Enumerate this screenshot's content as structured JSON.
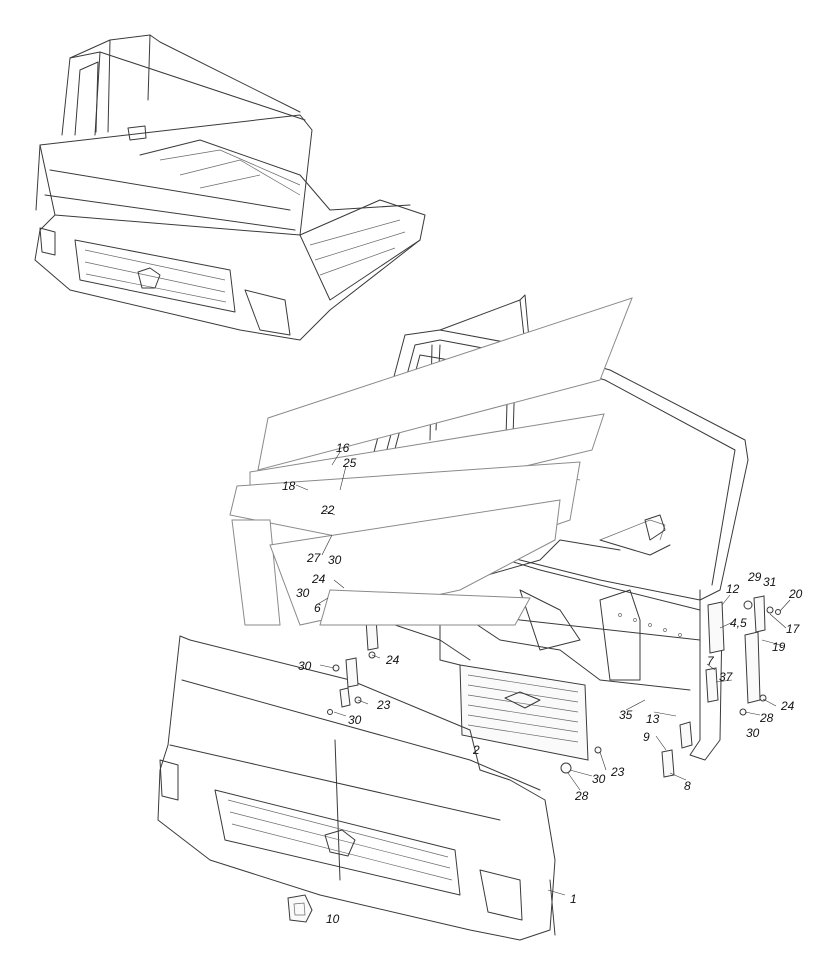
{
  "callouts": {
    "c1": "1",
    "c2": "2",
    "c4_5": "4,5",
    "c6": "6",
    "c7": "7",
    "c8": "8",
    "c9": "9",
    "c10": "10",
    "c12": "12",
    "c13": "13",
    "c16": "16",
    "c17": "17",
    "c18": "18",
    "c19": "19",
    "c20": "20",
    "c22": "22",
    "c23a": "23",
    "c23b": "23",
    "c24a": "24",
    "c24b": "24",
    "c24c": "24",
    "c25": "25",
    "c27": "27",
    "c28a": "28",
    "c28b": "28",
    "c29": "29",
    "c30a": "30",
    "c30b": "30",
    "c30c": "30",
    "c30d": "30",
    "c30e": "30",
    "c30f": "30",
    "c31": "31",
    "c35": "35",
    "c37": "37"
  },
  "colors": {
    "line": "#3a3a3a",
    "watermark": "#8a8a8a",
    "background": "#ffffff"
  }
}
